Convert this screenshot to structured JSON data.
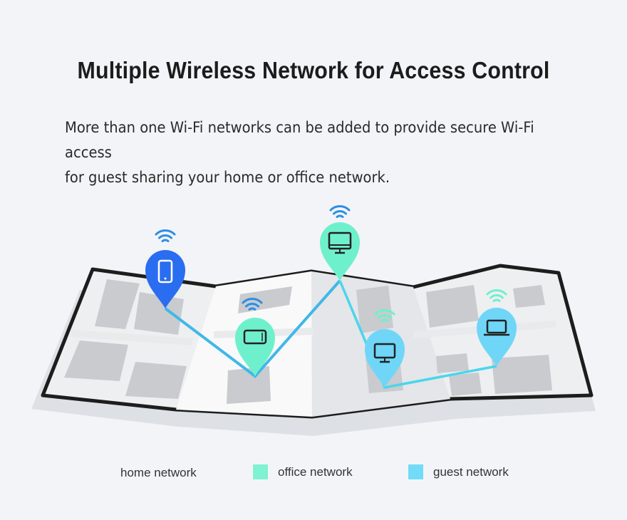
{
  "title": "Multiple Wireless Network for Access Control",
  "description": {
    "line1": "More than one Wi-Fi networks can be added to provide secure Wi-Fi access",
    "line2": "for guest sharing your home or office network."
  },
  "legend": [
    {
      "label": "home network",
      "color": ""
    },
    {
      "label": "office network",
      "color": "#7ef2d2"
    },
    {
      "label": "guest network",
      "color": "#72dcf8"
    }
  ],
  "colors": {
    "home": "#2a6df0",
    "office": "#6ff0cc",
    "guest": "#6fd6f8",
    "link_home": "#3fb8e8",
    "link_guest": "#4ad6ec"
  },
  "icons": {
    "home": "smartphone-icon",
    "office": "monitor-icon",
    "guest": "laptop-icon"
  }
}
